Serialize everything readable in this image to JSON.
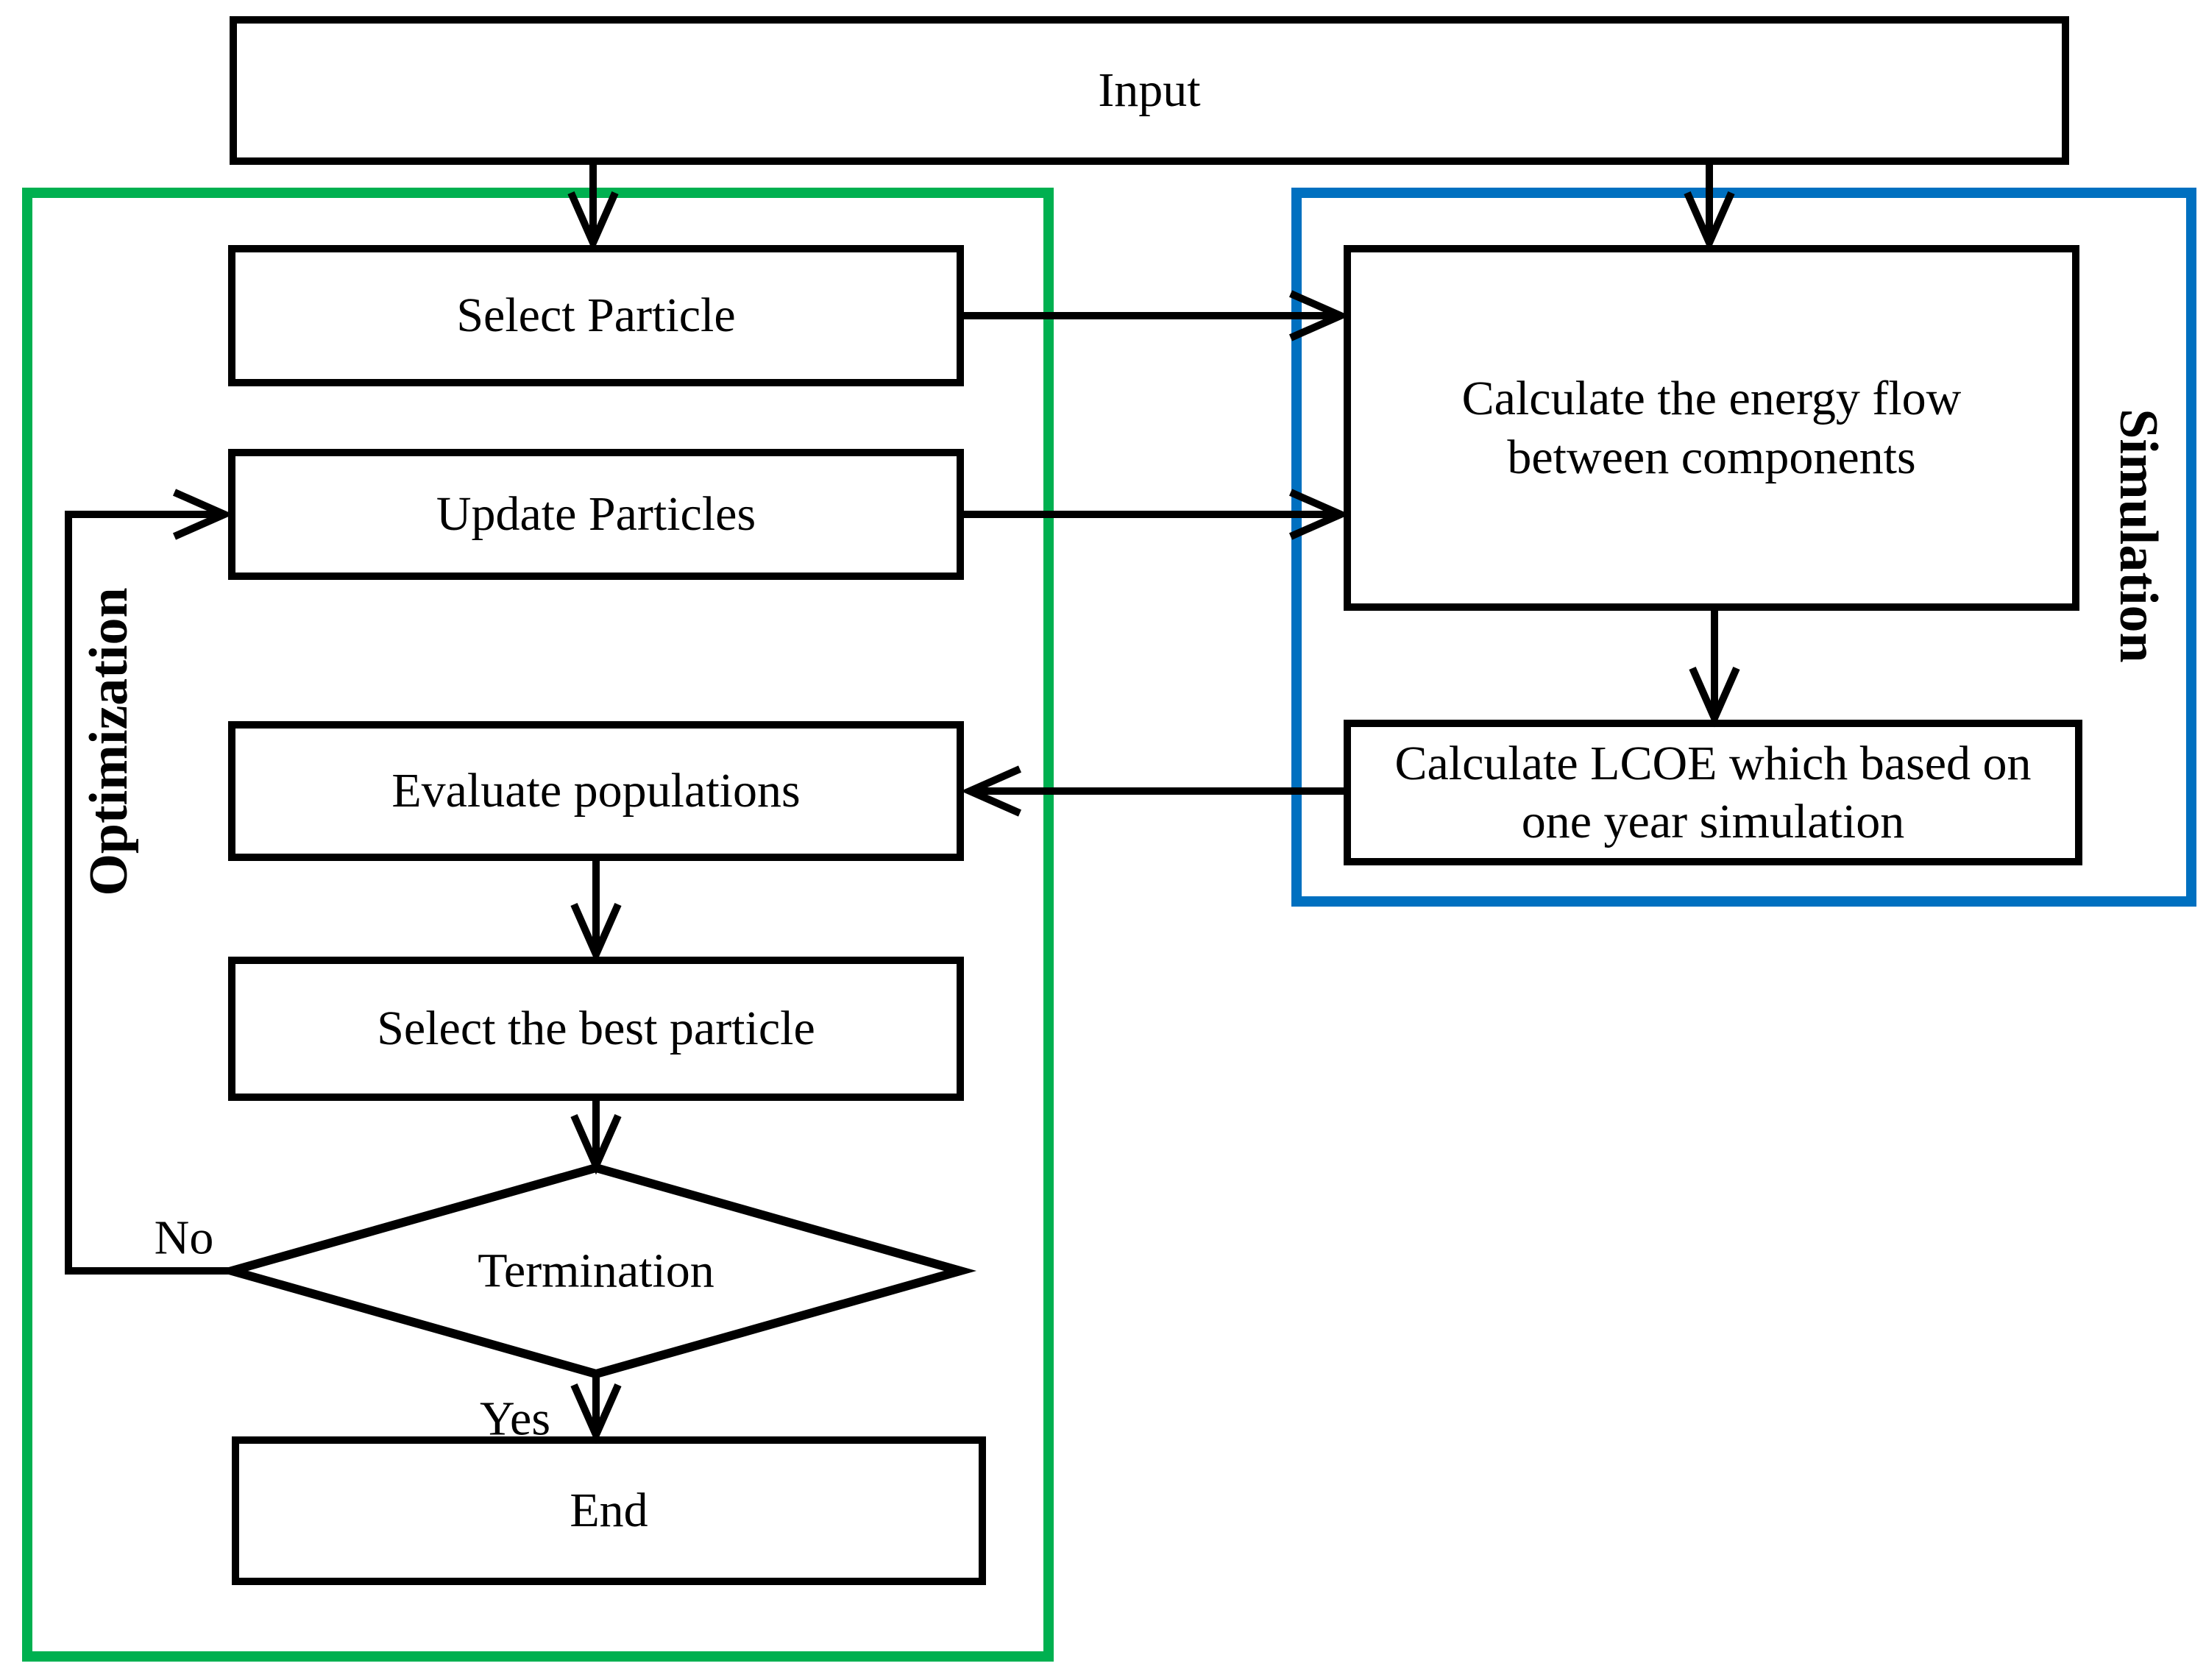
{
  "diagram": {
    "type": "flowchart",
    "background": "#ffffff",
    "line_color": "#000000",
    "input_box": {
      "label": "Input"
    },
    "regions": {
      "optimization": {
        "label": "Optimization",
        "border_color": "#00b050"
      },
      "simulation": {
        "label": "Simulation",
        "border_color": "#0070c0"
      }
    },
    "nodes": {
      "select_particle": "Select Particle",
      "update_particles": "Update Particles",
      "evaluate_populations": "Evaluate populations",
      "select_best_particle": "Select the best particle",
      "termination": "Termination",
      "end": "End",
      "energy_flow_line1": "Calculate the energy flow",
      "energy_flow_line2": "between components",
      "lcoe_line1": "Calculate LCOE which based on",
      "lcoe_line2": "one year simulation"
    },
    "branch_labels": {
      "no": "No",
      "yes": "Yes"
    }
  }
}
